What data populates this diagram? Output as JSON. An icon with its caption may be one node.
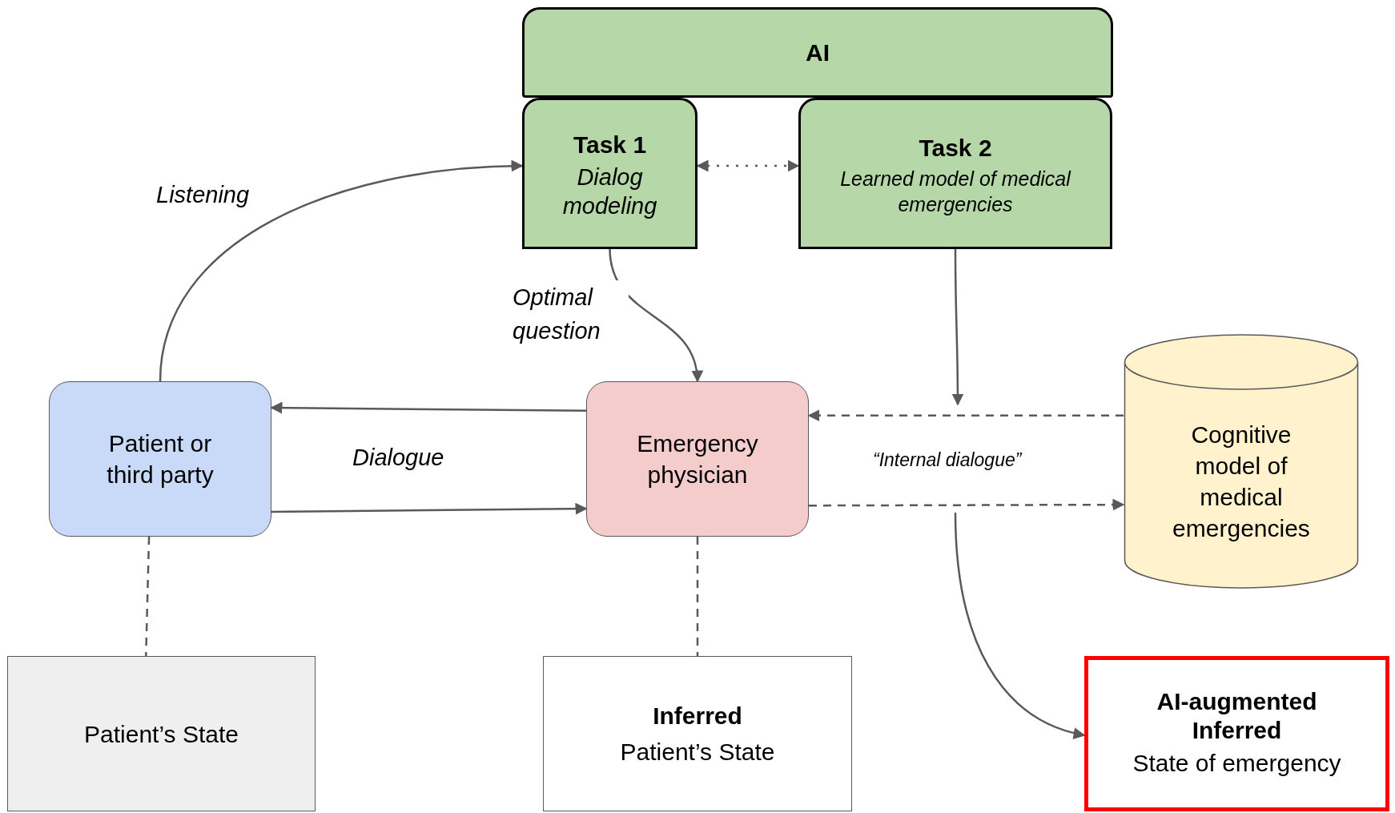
{
  "diagram": {
    "nodes": [
      {
        "text": [
          "AI"
        ]
      },
      {
        "text": [
          "Task 1",
          "Dialog modeling"
        ]
      },
      {
        "text": [
          "Task 2",
          "Learned model of medical emergencies"
        ]
      },
      {
        "text": [
          "Patient or third party"
        ]
      },
      {
        "text": [
          "Emergency physician"
        ]
      },
      {
        "text": [
          "Cognitive model of medical emergencies"
        ]
      },
      {
        "text": [
          "Patient’s State"
        ]
      },
      {
        "text": [
          "Inferred",
          "Patient’s State"
        ]
      },
      {
        "text": [
          "AI-augmented Inferred",
          "State of emergency"
        ]
      }
    ],
    "edges": [
      {
        "from": 3,
        "to": 1,
        "arrow": "to",
        "label": "Listening"
      },
      {
        "from": 1,
        "to": 2,
        "arrow": "both",
        "style": "dashed"
      },
      {
        "from": 1,
        "to": 4,
        "arrow": "to",
        "label": "Optimal question"
      },
      {
        "from": 2,
        "to": null,
        "arrow": "to"
      },
      {
        "from": 4,
        "to": 3,
        "arrow": "to"
      },
      {
        "from": 3,
        "to": 4,
        "arrow": "to"
      },
      {
        "from": 5,
        "to": 4,
        "arrow": "to",
        "style": "dashed"
      },
      {
        "from": 4,
        "to": 5,
        "arrow": "to",
        "style": "dashed"
      },
      {
        "from": null,
        "to": 8,
        "arrow": "to"
      },
      {
        "from": 3,
        "to": 6,
        "arrow": "none",
        "style": "dashed"
      },
      {
        "from": 4,
        "to": 7,
        "arrow": "none",
        "style": "dashed"
      }
    ],
    "labels": [
      "Dialogue",
      "“Internal dialogue”"
    ]
  }
}
